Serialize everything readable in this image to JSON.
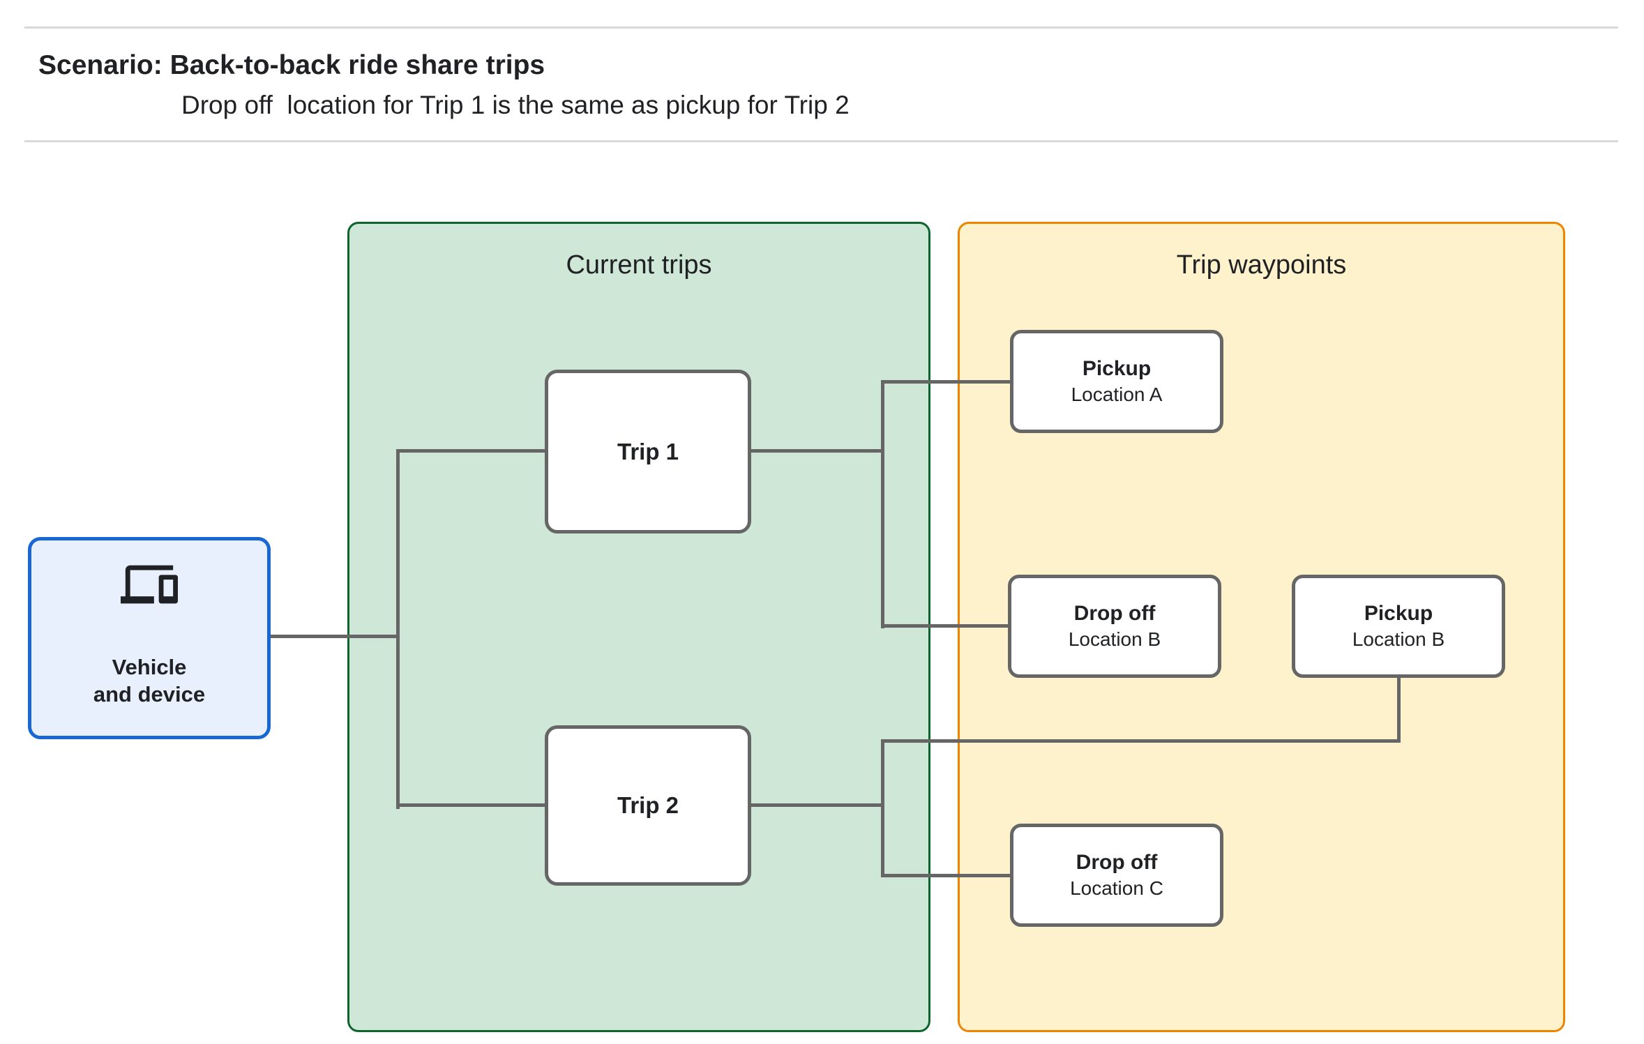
{
  "header": {
    "title": "Scenario: Back-to-back ride share trips",
    "subtitle": "Drop off  location for Trip 1 is the same as pickup for Trip 2"
  },
  "vehicle": {
    "line1": "Vehicle",
    "line2": "and device",
    "icon": "devices-icon"
  },
  "current_trips": {
    "title": "Current trips",
    "trips": [
      {
        "label": "Trip 1"
      },
      {
        "label": "Trip 2"
      }
    ]
  },
  "trip_waypoints": {
    "title": "Trip waypoints",
    "waypoints": [
      {
        "type": "Pickup",
        "location": "Location A"
      },
      {
        "type": "Drop off",
        "location": "Location B"
      },
      {
        "type": "Pickup",
        "location": "Location B"
      },
      {
        "type": "Drop off",
        "location": "Location C"
      }
    ]
  },
  "colors": {
    "vehicle_fill": "#e8f0fe",
    "vehicle_border": "#1967d2",
    "trips_fill": "#cfe7d6",
    "trips_border": "#0d652d",
    "waypoints_fill": "#fdf2cb",
    "waypoints_border": "#ef8400",
    "connector": "#666666",
    "node_border": "#666666",
    "text": "#202124",
    "divider": "#d9d9d9",
    "icon": "#202124"
  }
}
